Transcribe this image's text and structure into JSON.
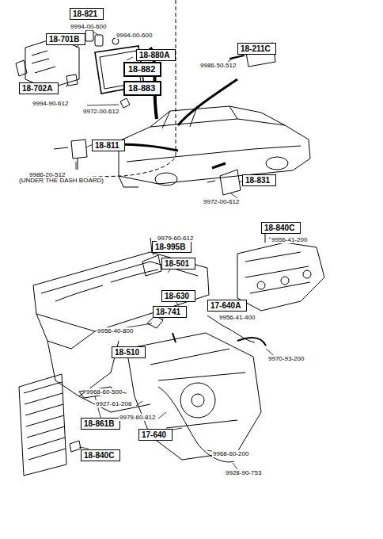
{
  "diagram": {
    "nodes": [
      {
        "text": [
          "(UNDER THE DASH BOARD)"
        ]
      },
      {
        "text": [
          "18-821"
        ],
        "in": 0
      },
      {
        "text": [
          "18-701B"
        ],
        "in": 0
      },
      {
        "text": [
          "18-880A"
        ],
        "in": 0
      },
      {
        "text": [
          "18-882"
        ],
        "in": 0
      },
      {
        "text": [
          "18-702A"
        ],
        "in": 0
      },
      {
        "text": [
          "18-883"
        ],
        "in": 0
      },
      {
        "text": [
          "18-211C"
        ]
      },
      {
        "text": [
          "18-811"
        ]
      },
      {
        "text": [
          "18-831"
        ]
      },
      {
        "text": [
          "18-840C"
        ]
      },
      {
        "text": [
          "18-995B"
        ]
      },
      {
        "text": [
          "18-501"
        ]
      },
      {
        "text": [
          "18-630"
        ]
      },
      {
        "text": [
          "18-741"
        ]
      },
      {
        "text": [
          "17-640A"
        ]
      },
      {
        "text": [
          "18-510"
        ]
      },
      {
        "text": [
          "18-861B"
        ]
      },
      {
        "text": [
          "17-640"
        ]
      },
      {
        "text": [
          "18-840C"
        ]
      }
    ],
    "labels": [
      "9994-00-600",
      "9994-00-600",
      "9994-90-612",
      "9972-00-612",
      "9986-50-512",
      "9986-20-512",
      "9972-00-612",
      "9979-60-612",
      "9956-41-200",
      "9956-41-400",
      "9956-40-800",
      "9970-93-200",
      "9968-60-500",
      "9927-61-208",
      "9979-60-812",
      "9968-60-200",
      "9928-90-753"
    ]
  }
}
